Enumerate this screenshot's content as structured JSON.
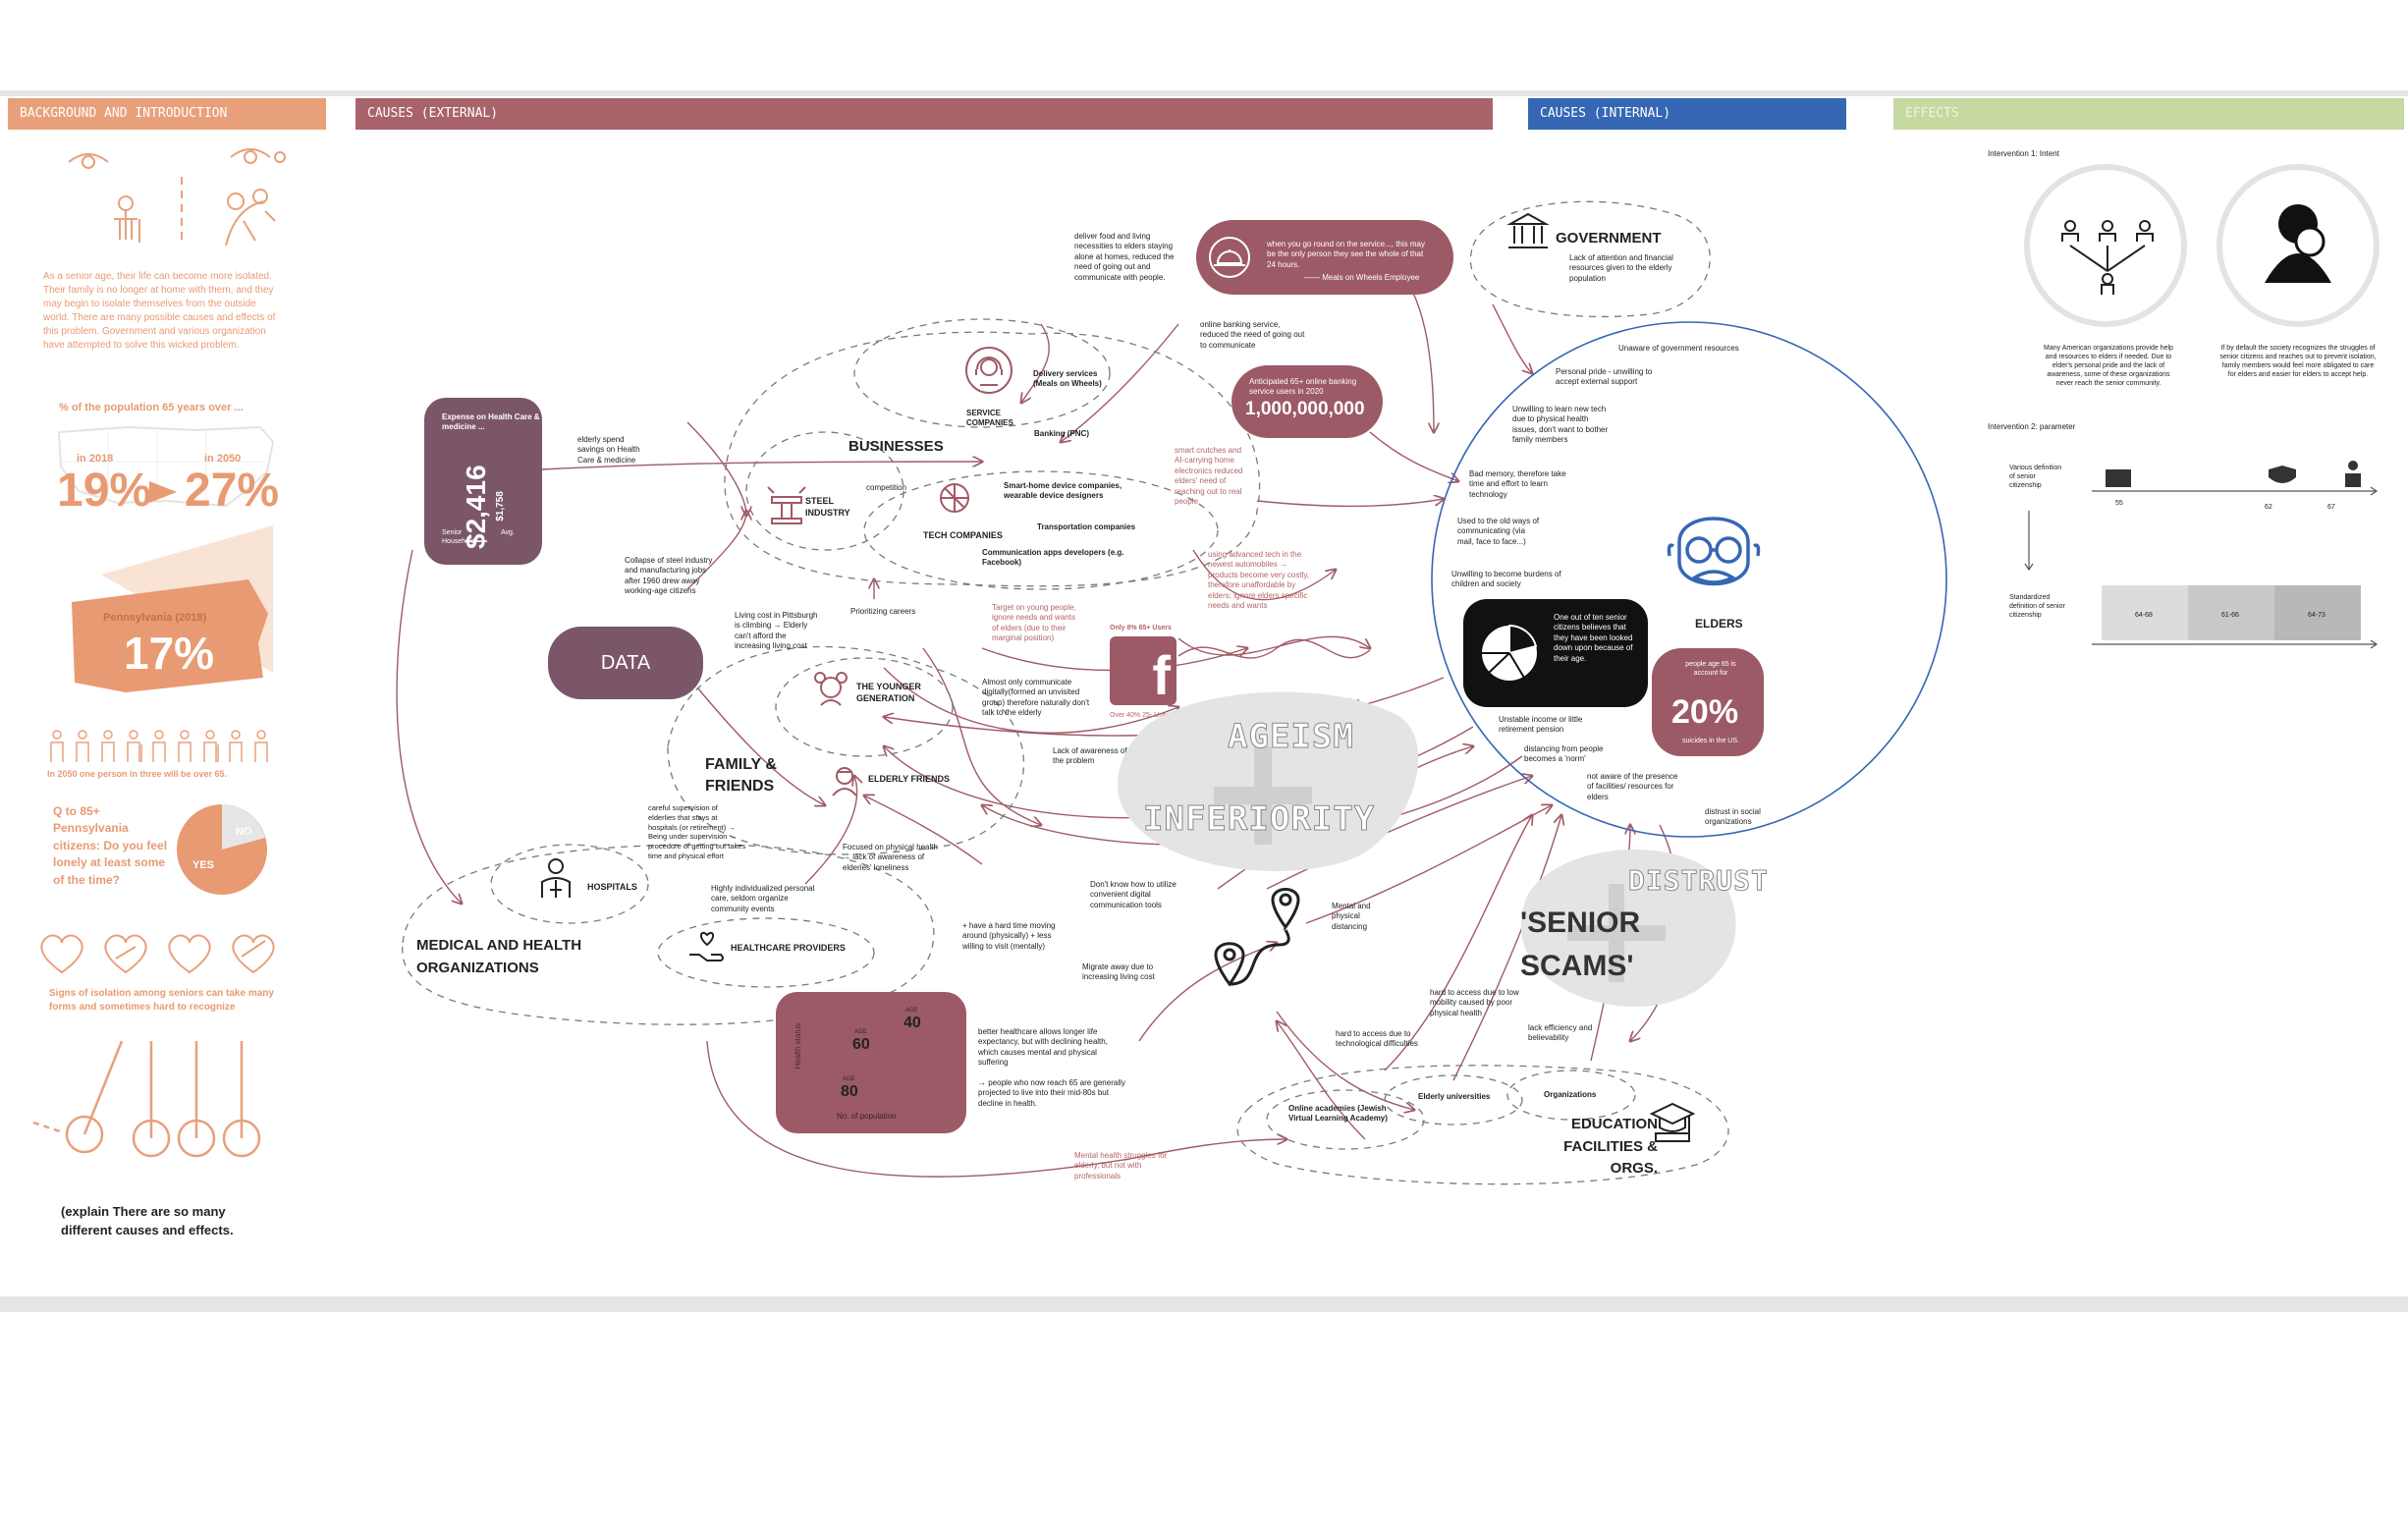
{
  "headers": {
    "background": "BACKGROUND AND INTRODUCTION",
    "causes_external": "CAUSES (EXTERNAL)",
    "causes_internal": "CAUSES (INTERNAL)",
    "effects": "EFFECTS"
  },
  "colors": {
    "background_header": "#e8a07a",
    "external_header": "#a8636a",
    "internal_header": "#3567b4",
    "effects_header": "#c6d9a0",
    "maroon": "#9c5a66",
    "mauve": "#7b5668",
    "orange": "#e89a72"
  },
  "background": {
    "intro_text": "As a senior age, their life can become more isolated. Their family is no longer at home with them, and they may begin to isolate themselves from the outside world. There are many possible causes and effects of this problem. Government and various organization have attempted to solve this wicked problem.",
    "pop_title": "% of the population 65 years over ...",
    "in_2018": "in 2018",
    "in_2050": "in 2050",
    "pct_2018": "19%",
    "pct_2050": "27%",
    "pa_label": "Pennsylvania (2018)",
    "pa_pct": "17%",
    "people_caption": "In 2050 one person in three will be over 65.",
    "lonely_question": "Q to 85+ Pennsylvania citizens: Do you feel lonely at least some of the time?",
    "no": "NO",
    "yes": "YES",
    "signs": "Signs of isolation among seniors can take many forms and sometimes hard to recognize",
    "explain": "(explain There are so many different causes and effects."
  },
  "external": {
    "expense_title": "Expense on Health Care & medicine ...",
    "expense_value": "$2,416",
    "expense_sub": "$1,758",
    "senior_household": "Senior Household",
    "avg": "Avg.",
    "elderly_spend": "elderly spend savings on Health Care & medicine",
    "data": "DATA",
    "businesses": "BUSINESSES",
    "steel_industry": "STEEL INDUSTRY",
    "competition": "competition",
    "tech_companies": "TECH COMPANIES",
    "service_companies": "SERVICE COMPANIES",
    "delivery_services": "Delivery services (Meals on Wheels)",
    "banking": "Banking (PNC)",
    "smart_home": "Smart-home device companies, wearable device designers",
    "transportation": "Transportation companies",
    "comm_apps": "Communication apps developers (e.g. Facebook)",
    "deliver_food": "deliver food and living necessities to elders staying alone at homes, reduced the need of going out and communicate with people.",
    "quote": "when you go round on the service..., this may be the only person they see the whole of that 24 hours.",
    "quote_src": "—— Meals on Wheels Employee",
    "online_banking": "online banking service, reduced the need of going out to communicate",
    "anticipated": "Anticipated 65+ online banking service users in 2020",
    "billion": "1,000,000,000",
    "smart_crutches": "smart crutches and AI-carrying home electronics reduced elders' need of reaching out to real people",
    "advanced_tech": "using advanced tech in the newest automobiles → products become very costly, therefore unaffordable by elders; ignore elders specific needs and wants",
    "target_young": "Target on young people, ignore needs and wants of elders (due to their marginal position)",
    "only_fb": "Only 8% 65+ Users",
    "over_fb": "Over 40% 25- Users",
    "collapse_steel": "Collapse of steel industry and manufacturing jobs after 1960 drew away working-age citizens",
    "living_cost": "Living cost in Pittsburgh is climbing → Elderly can't afford the increasing living cost",
    "prioritizing": "Prioritizing careers",
    "younger_gen": "THE YOUNGER GENERATION",
    "almost_only": "Almost only communicate digitally(formed an unvisited group) therefore naturally don't talk to the elderly",
    "discrimination": "discrimination",
    "lack_awareness": "Lack of awareness of the problem",
    "family_friends": "FAMILY & FRIENDS",
    "elderly_friends": "ELDERLY FRIENDS",
    "careful_supervision": "careful supervision of elderlies that stays at hospitals (or retirement) → Being under supervision → procedure of getting out takes time and physical effort",
    "hospitals": "HOSPITALS",
    "highly_individualized": "Highly individualized personal care, seldom organize community events",
    "healthcare_providers": "HEALTHCARE PROVIDERS",
    "focused_physical": "Focused on physical health → lack of awareness of elderies' loneliness",
    "medical_orgs": "MEDICAL AND HEALTH ORGANIZATIONS",
    "dont_know": "Don't know how to utilize convenient digital communication tools",
    "have_hard_time": "+ have a hard time moving around (physically) + less willing to visit (mentally)",
    "migrate_away": "Migrate away due to increasing living cost",
    "mental_physical": "Mental and physical distancing",
    "health_status": "Health status",
    "age40": "40",
    "age60": "60",
    "age80": "80",
    "age_lbl1": "AGE",
    "age_lbl2": "AGE",
    "age_lbl3": "AGE",
    "no_pop": "No. of population",
    "better_healthcare": "better healthcare allows longer life expectancy, but with declining health, which causes mental and physical suffering",
    "people_reach_65": "→ people who now reach 65 are generally projected to live into their mid-80s but decline in health.",
    "mental_health": "Mental health struggles for elderly, but not with professionals",
    "ageism": "AGEISM",
    "inferiority": "INFERIORITY",
    "government": "GOVERNMENT",
    "lack_attention": "Lack of attention and financial resources given to the elderly population",
    "distrust": "DISTRUST",
    "senior_scams": "'SENIOR SCAMS'",
    "hard_access_tech": "hard to access due to technological difficulties",
    "hard_access_mobility": "hard to access due to low mobility caused by poor physical health",
    "lack_efficiency": "lack efficiency and believability",
    "education": "EDUCATION FACILITIES & ORGS.",
    "online_academies": "Online academies (Jewish Virtual Learning Academy)",
    "elderly_universities": "Elderly universities",
    "organizations": "Organizations"
  },
  "internal": {
    "unaware_gov": "Unaware of government resources",
    "personal_pride": "Personal pride - unwilling to accept external support",
    "unwilling_learn": "Unwilling to learn new tech due to physical health issues, don't want to bother family members",
    "bad_memory": "Bad memory, therefore take time and effort to learn technology",
    "used_to_old": "Used to the old ways of communicating (via mail, face to face...)",
    "unwilling_burden": "Unwilling to become burdens of children and society",
    "elders": "ELDERS",
    "one_of_ten": "One out of ten senior citizens believes that they have been looked down upon because of their age.",
    "unstable_income": "Unstable income or little retirement pension",
    "distancing": "distancing from people becomes a 'norm'",
    "not_aware": "not aware of the presence of facilities/ resources for elders",
    "distrust_social": "distrust in social organizations",
    "suicide_pre": "people age 65 is account for",
    "suicide_pct": "20%",
    "suicide_post": "suicides in the US."
  },
  "effects": {
    "int1": "Intervention 1: Intent",
    "int1_text1": "Many American organizations provide help and resources to elders if needed. Due to elder's personal pride and the lack of awareness, some of these organizations never reach the senior community.",
    "int1_text2": "If by default the society recognizes the struggles of senior citizens and reaches out to prevent isolation, family members would feel more obligated to care for elders and easier for elders to accept help.",
    "int2": "Intervention 2: parameter",
    "various_def": "Various definition of senior citizenship",
    "tick55": "55",
    "tick62": "62",
    "tick67": "67",
    "standardized": "Standardized definition of senior citizenship",
    "band1": "64-68",
    "band2": "61-66",
    "band3": "64-73"
  }
}
